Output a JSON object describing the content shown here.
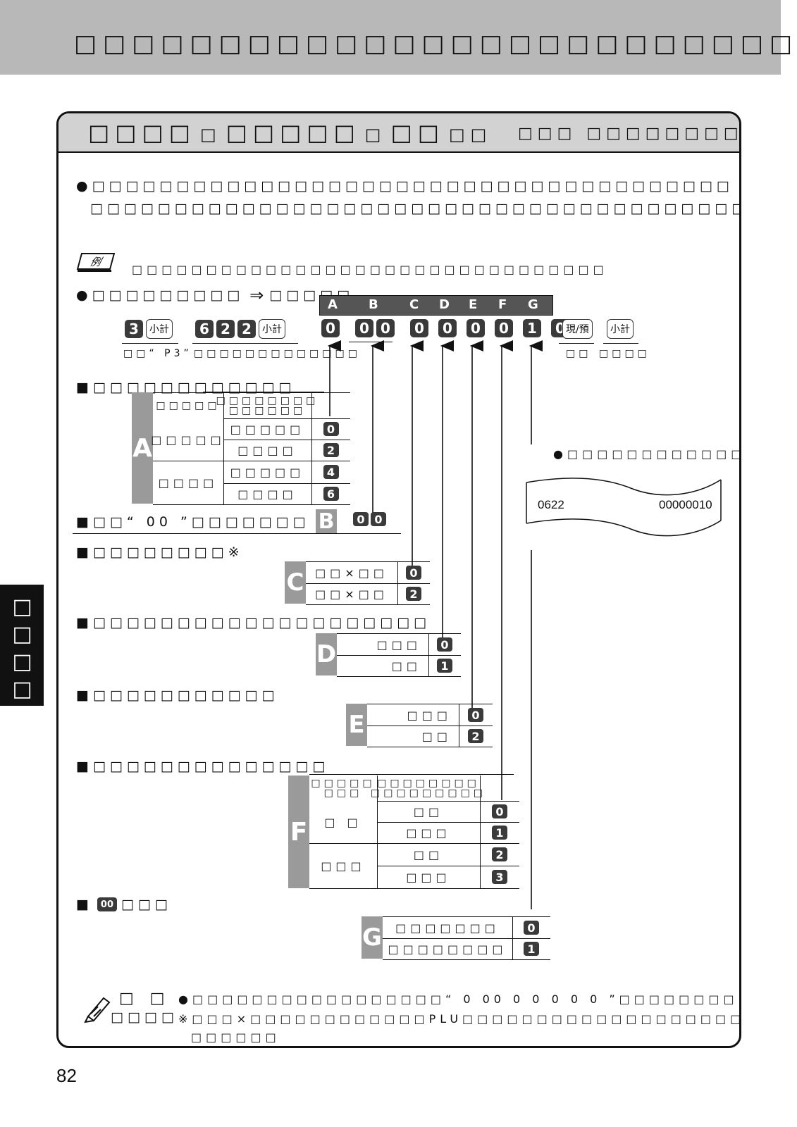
{
  "header": {
    "title": "□□□□□□□□□□□□□□□□□□□□□□□□□□"
  },
  "section": {
    "title_big1": "□□□□",
    "title_mid1": "□",
    "title_big2": "□□□□□",
    "title_mid2": "□",
    "title_big3": "□□",
    "title_mid3": "□□",
    "title_right": "□□□ □□□□□□□□"
  },
  "intro": {
    "line1": "●□□□□□□□□□□□□□□□□□□□□□□□□□□□□□□□□□□□□□□",
    "line2": "□□□□□□□□□□□□□□□□□□□□□□□□□□□□□□□□□□□□□□□□□□□"
  },
  "example": {
    "icon_label": "例",
    "line": "□□□□□□□□□□□□□□□□□□□□□□□□□□□□□□□□",
    "op_line": "●□□□□□□□□□",
    "arrow": "⇒",
    "op_line2": "□□□□□"
  },
  "keys": {
    "k3": "3",
    "subtotal1": "小計",
    "k6": "6",
    "k2a": "2",
    "k2b": "2",
    "subtotal2": "小計",
    "cash": "現/預",
    "subtotal3": "小計",
    "cap1": "□□“ P3”",
    "cap2": "□□□□□□□□□□□□□",
    "cap3": "□□",
    "cap4": "□□□□"
  },
  "code_header": [
    "A",
    "B",
    "C",
    "D",
    "E",
    "F",
    "G"
  ],
  "code_digits": [
    "0",
    "0",
    "0",
    "0",
    "0",
    "0",
    "0",
    "1",
    "0"
  ],
  "groups": {
    "A": {
      "heading": "■□□□□□□□□□□□□",
      "col1_head": "□□□□□",
      "col2_head": "□□□□□□□□ □□□□□□",
      "row_groups": [
        "□□□□□",
        "□□□□"
      ],
      "rows": [
        {
          "label": "□□□□□",
          "key": "0"
        },
        {
          "label": "□□□□",
          "key": "2"
        },
        {
          "label": "□□□□□",
          "key": "4"
        },
        {
          "label": "□□□□",
          "key": "6"
        }
      ]
    },
    "B": {
      "heading": "■□□“ 00 ”□□□□□□□",
      "keys": [
        "0",
        "0"
      ]
    },
    "C": {
      "heading": "■□□□□□□□□※",
      "rows": [
        {
          "label": "□□×□□",
          "key": "0"
        },
        {
          "label": "□□×□□",
          "key": "2"
        }
      ]
    },
    "D": {
      "heading": "■□□□□□□□□□□□□□□□□□□□□",
      "rows": [
        {
          "label": "□□□",
          "key": "0"
        },
        {
          "label": "□□",
          "key": "1"
        }
      ]
    },
    "E": {
      "heading": "■□□□□□□□□□□□",
      "rows": [
        {
          "label": "□□□",
          "key": "0"
        },
        {
          "label": "□□",
          "key": "2"
        }
      ]
    },
    "F": {
      "heading": "■□□□□□□□□□□□□□□",
      "col1_head": "□□□□□ □□□",
      "col2_head": "□□□□□□□□ □□□□□□□□□",
      "row_groups": [
        "□ □",
        "□□□"
      ],
      "rows": [
        {
          "label": "□□",
          "key": "0"
        },
        {
          "label": "□□□",
          "key": "1"
        },
        {
          "label": "□□",
          "key": "2"
        },
        {
          "label": "□□□",
          "key": "3"
        }
      ]
    },
    "G": {
      "heading_key": "00",
      "heading": "□□□",
      "rows": [
        {
          "label": "□□□□□□□",
          "key": "0"
        },
        {
          "label": "□□□□□□□□",
          "key": "1"
        }
      ]
    }
  },
  "receipt": {
    "caption": "●□□□□□□□□□□□□□",
    "left": "0622",
    "right": "00000010"
  },
  "note": {
    "label1": "□ □",
    "label2": "□□□□",
    "line1": "●□□□□□□□□□□□□□□□□□“ 0 00 0 0 0 0 0 ”□□□□□□□□",
    "line2": "※□□□×□□□□□□□□□□□□PLU□□□□□□□□□□□□□□□□□□□□□",
    "line3": "□□□□□□"
  },
  "side_tab": "□□□□□□",
  "page_number": "82"
}
